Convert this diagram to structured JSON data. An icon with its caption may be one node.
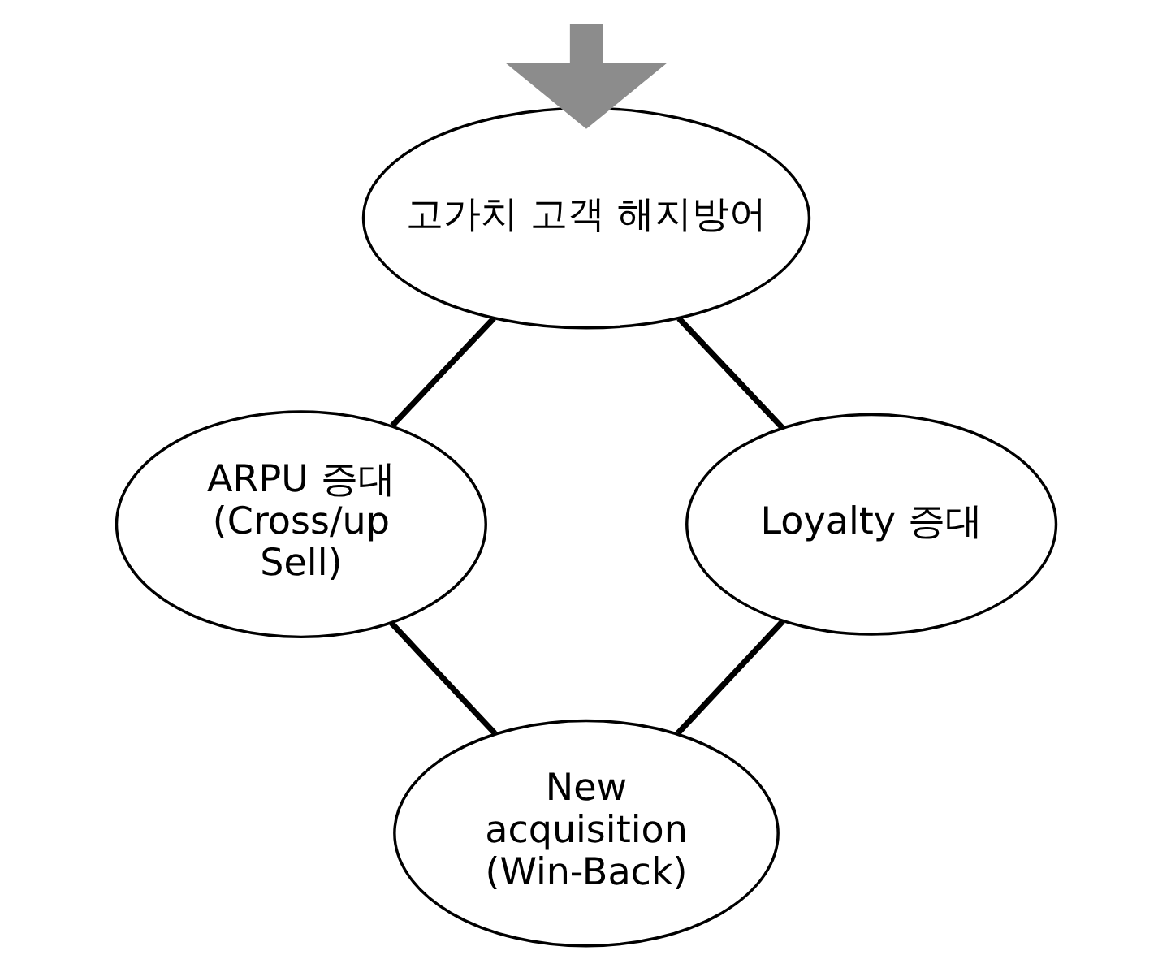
{
  "diagram": {
    "nodes": [
      {
        "text": [
          "고가치 고객 해지방어"
        ]
      },
      {
        "text": [
          "ARPU 증대 (Cross/up Sell)"
        ]
      },
      {
        "text": [
          "Loyalty 증대"
        ]
      },
      {
        "text": [
          "New acquisition (Win-Back)"
        ]
      }
    ],
    "edges": [
      {
        "from": null,
        "to": 0,
        "arrow": "to",
        "style": "thick",
        "color": "#8c8c8c"
      },
      {
        "from": 0,
        "to": 1,
        "arrow": "none"
      },
      {
        "from": 0,
        "to": 2,
        "arrow": "none"
      },
      {
        "from": 1,
        "to": 3,
        "arrow": "none"
      },
      {
        "from": 2,
        "to": 3,
        "arrow": "none"
      }
    ]
  }
}
